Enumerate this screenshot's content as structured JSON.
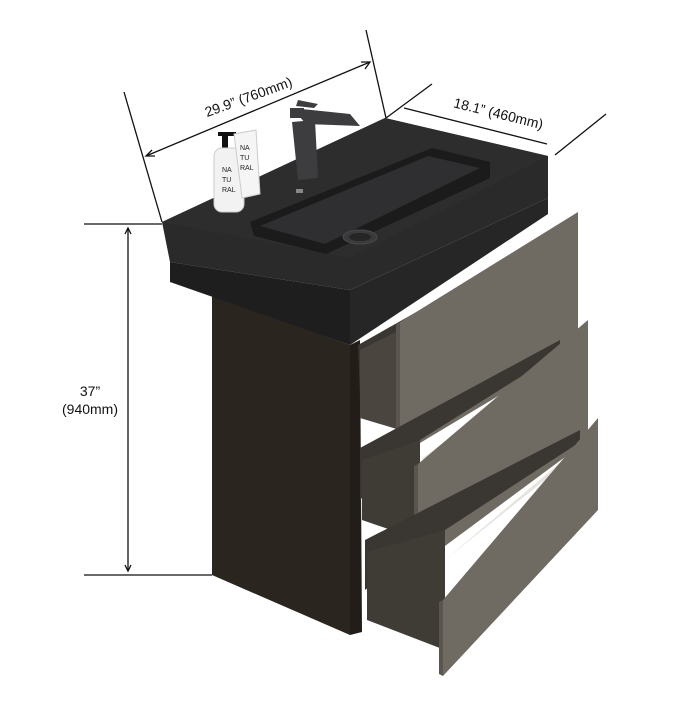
{
  "product": {
    "name": "Bathroom vanity with integrated black sink and three drawers",
    "colors": {
      "countertop": "#2a2a2b",
      "basin": "#1f1f21",
      "cabinet_body": "#2b251f",
      "drawer_front": "#6f6a62",
      "drawer_interior": "#3a3631",
      "faucet": "#3d3d40",
      "background": "#ffffff",
      "dimension_line": "#111111"
    }
  },
  "dimensions": {
    "width": {
      "label": "29.9” (760mm)",
      "inches": 29.9,
      "mm": 760
    },
    "depth": {
      "label": "18.1” (460mm)",
      "inches": 18.1,
      "mm": 460
    },
    "height": {
      "label_line1": "37”",
      "label_line2": "(940mm)",
      "inches": 37,
      "mm": 940
    }
  },
  "accessories": {
    "soap_bottle_text": [
      "NA",
      "TU",
      "RAL"
    ],
    "tube_text": [
      "NA",
      "TU",
      "RAL"
    ]
  },
  "drawers": {
    "count": 3,
    "state": "open"
  }
}
